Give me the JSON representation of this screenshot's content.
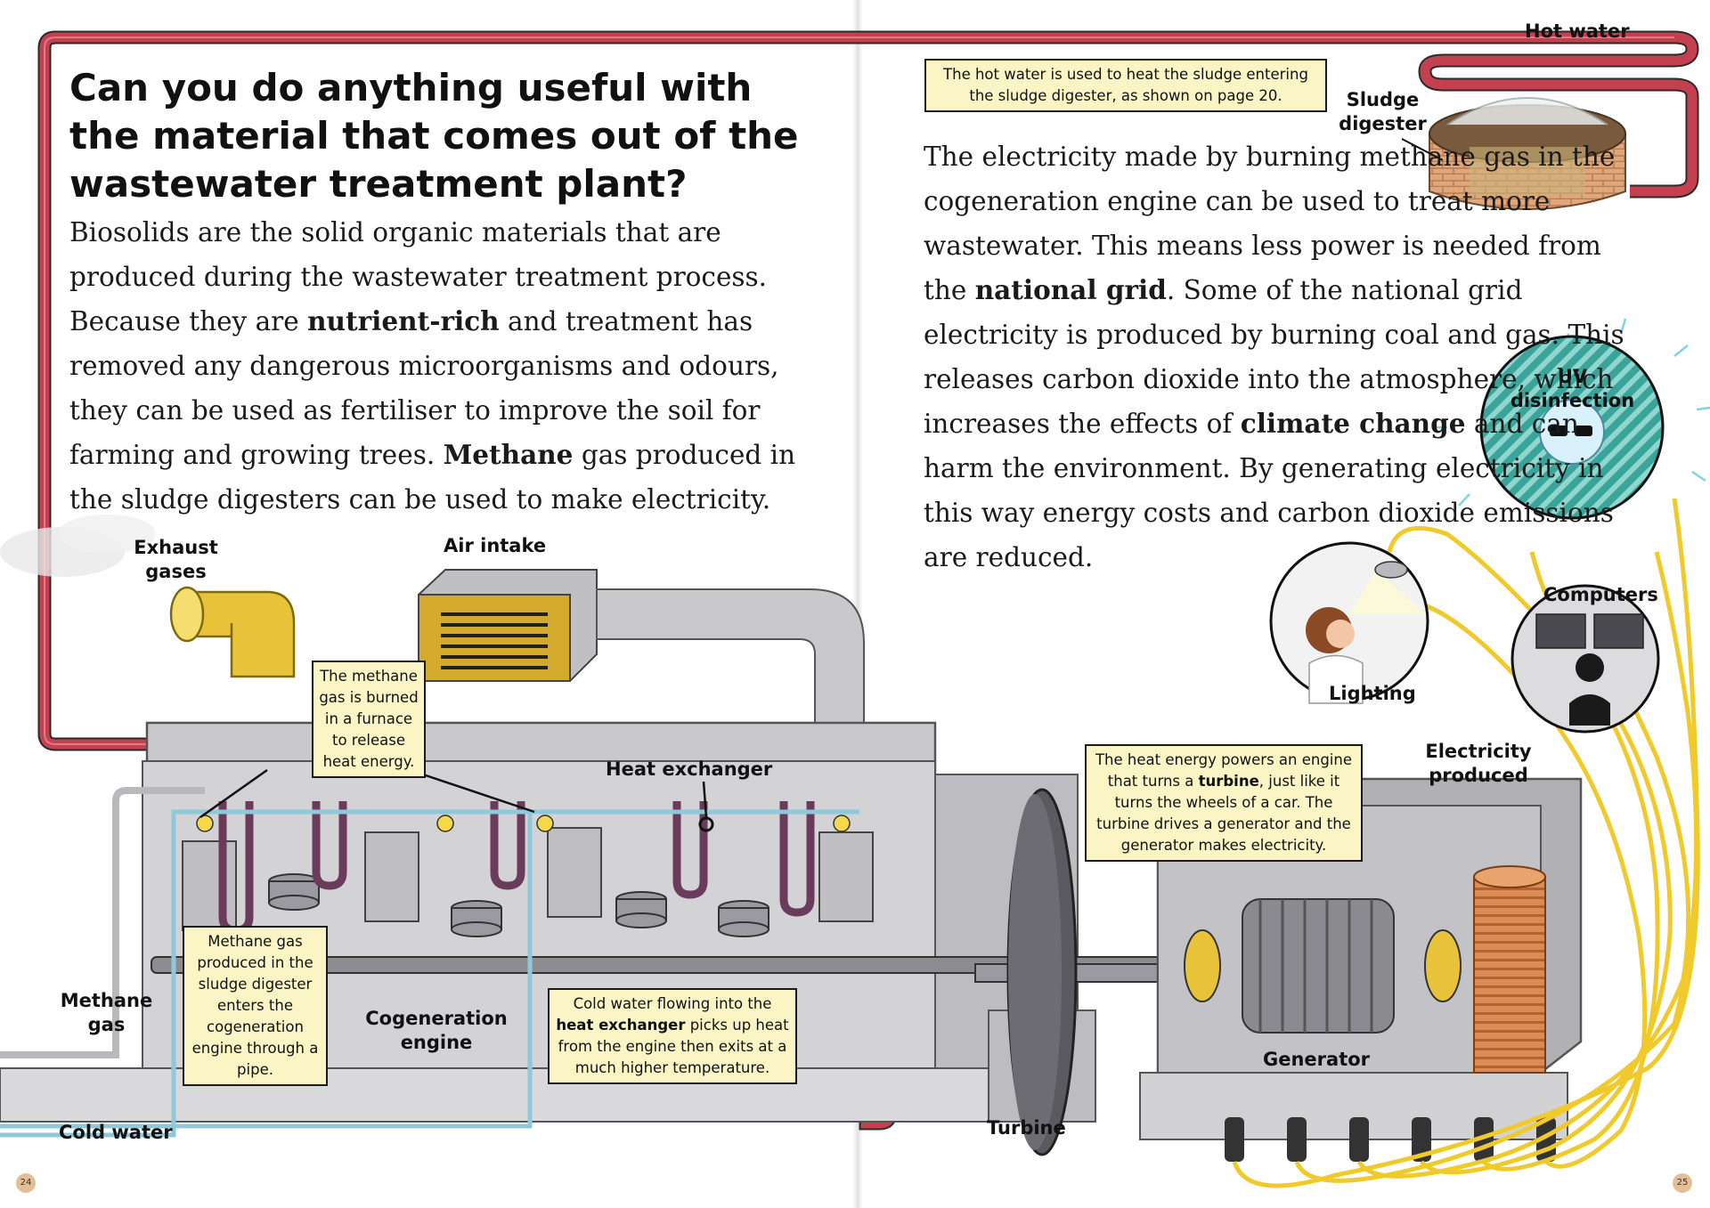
{
  "page": {
    "question_title": "Can you do anything useful with the material that comes out of the wastewater treatment plant?",
    "paragraph_left": {
      "t1": "Biosolids are the solid organic materials that are produced during the wastewater treatment process. Because they are ",
      "b1": "nutrient-rich",
      "t2": " and treatment has removed any dangerous microorganisms and odours, they can be used as fertiliser to improve the soil for farming and growing trees. ",
      "b2": "Methane",
      "t3": " gas produced in the sludge digesters can be used to make electricity."
    },
    "paragraph_right": {
      "t1": "The electricity made by burning methane gas in the cogeneration engine can be used to treat more wastewater. This means less power is needed from the ",
      "b1": "national grid",
      "t2": ". Some of the national grid electricity is produced by burning coal and gas. This releases carbon dioxide into the atmosphere, which increases the effects of ",
      "b2": "climate change",
      "t3": " and can harm the environment. By generating electricity in this way energy costs and carbon dioxide emissions are reduced."
    },
    "page_numbers": {
      "left": "24",
      "right": "25"
    }
  },
  "labels": {
    "exhaust_gases": "Exhaust gases",
    "air_intake": "Air intake",
    "heat_exchanger": "Heat exchanger",
    "methane_gas": "Methane gas",
    "cogeneration_engine": "Cogeneration engine",
    "cold_water": "Cold water",
    "turbine": "Turbine",
    "generator": "Generator",
    "electricity_produced": "Electricity produced",
    "hot_water": "Hot water",
    "sludge_digester": "Sludge digester",
    "uv_disinfection": "UV disinfection",
    "computers": "Computers",
    "lighting": "Lighting"
  },
  "notes": {
    "hot_water_note": "The hot water is used to heat the sludge entering the sludge digester, as shown on page 20.",
    "furnace_note": "The methane gas is burned in a furnace to release heat energy.",
    "methane_note": "Methane gas produced in the sludge digester enters the cogeneration engine through a pipe.",
    "cold_water_note": {
      "t1": "Cold water flowing into the ",
      "b1": "heat exchanger",
      "t2": " picks up heat from the engine then exits at a much higher temperature."
    },
    "turbine_note": {
      "t1": "The heat energy powers an engine that turns a ",
      "b1": "turbine",
      "t2": ", just like it turns the wheels of a car. The turbine drives a generator and the generator makes electricity."
    }
  },
  "colors": {
    "hot_pipe": "#c4404e",
    "cold_pipe": "#8ec9da",
    "engine_grey": "#c9c9cc",
    "note_bg": "#fbf5c6",
    "cable_yellow": "#f0c92a",
    "exhaust_yellow": "#e8c33a"
  }
}
